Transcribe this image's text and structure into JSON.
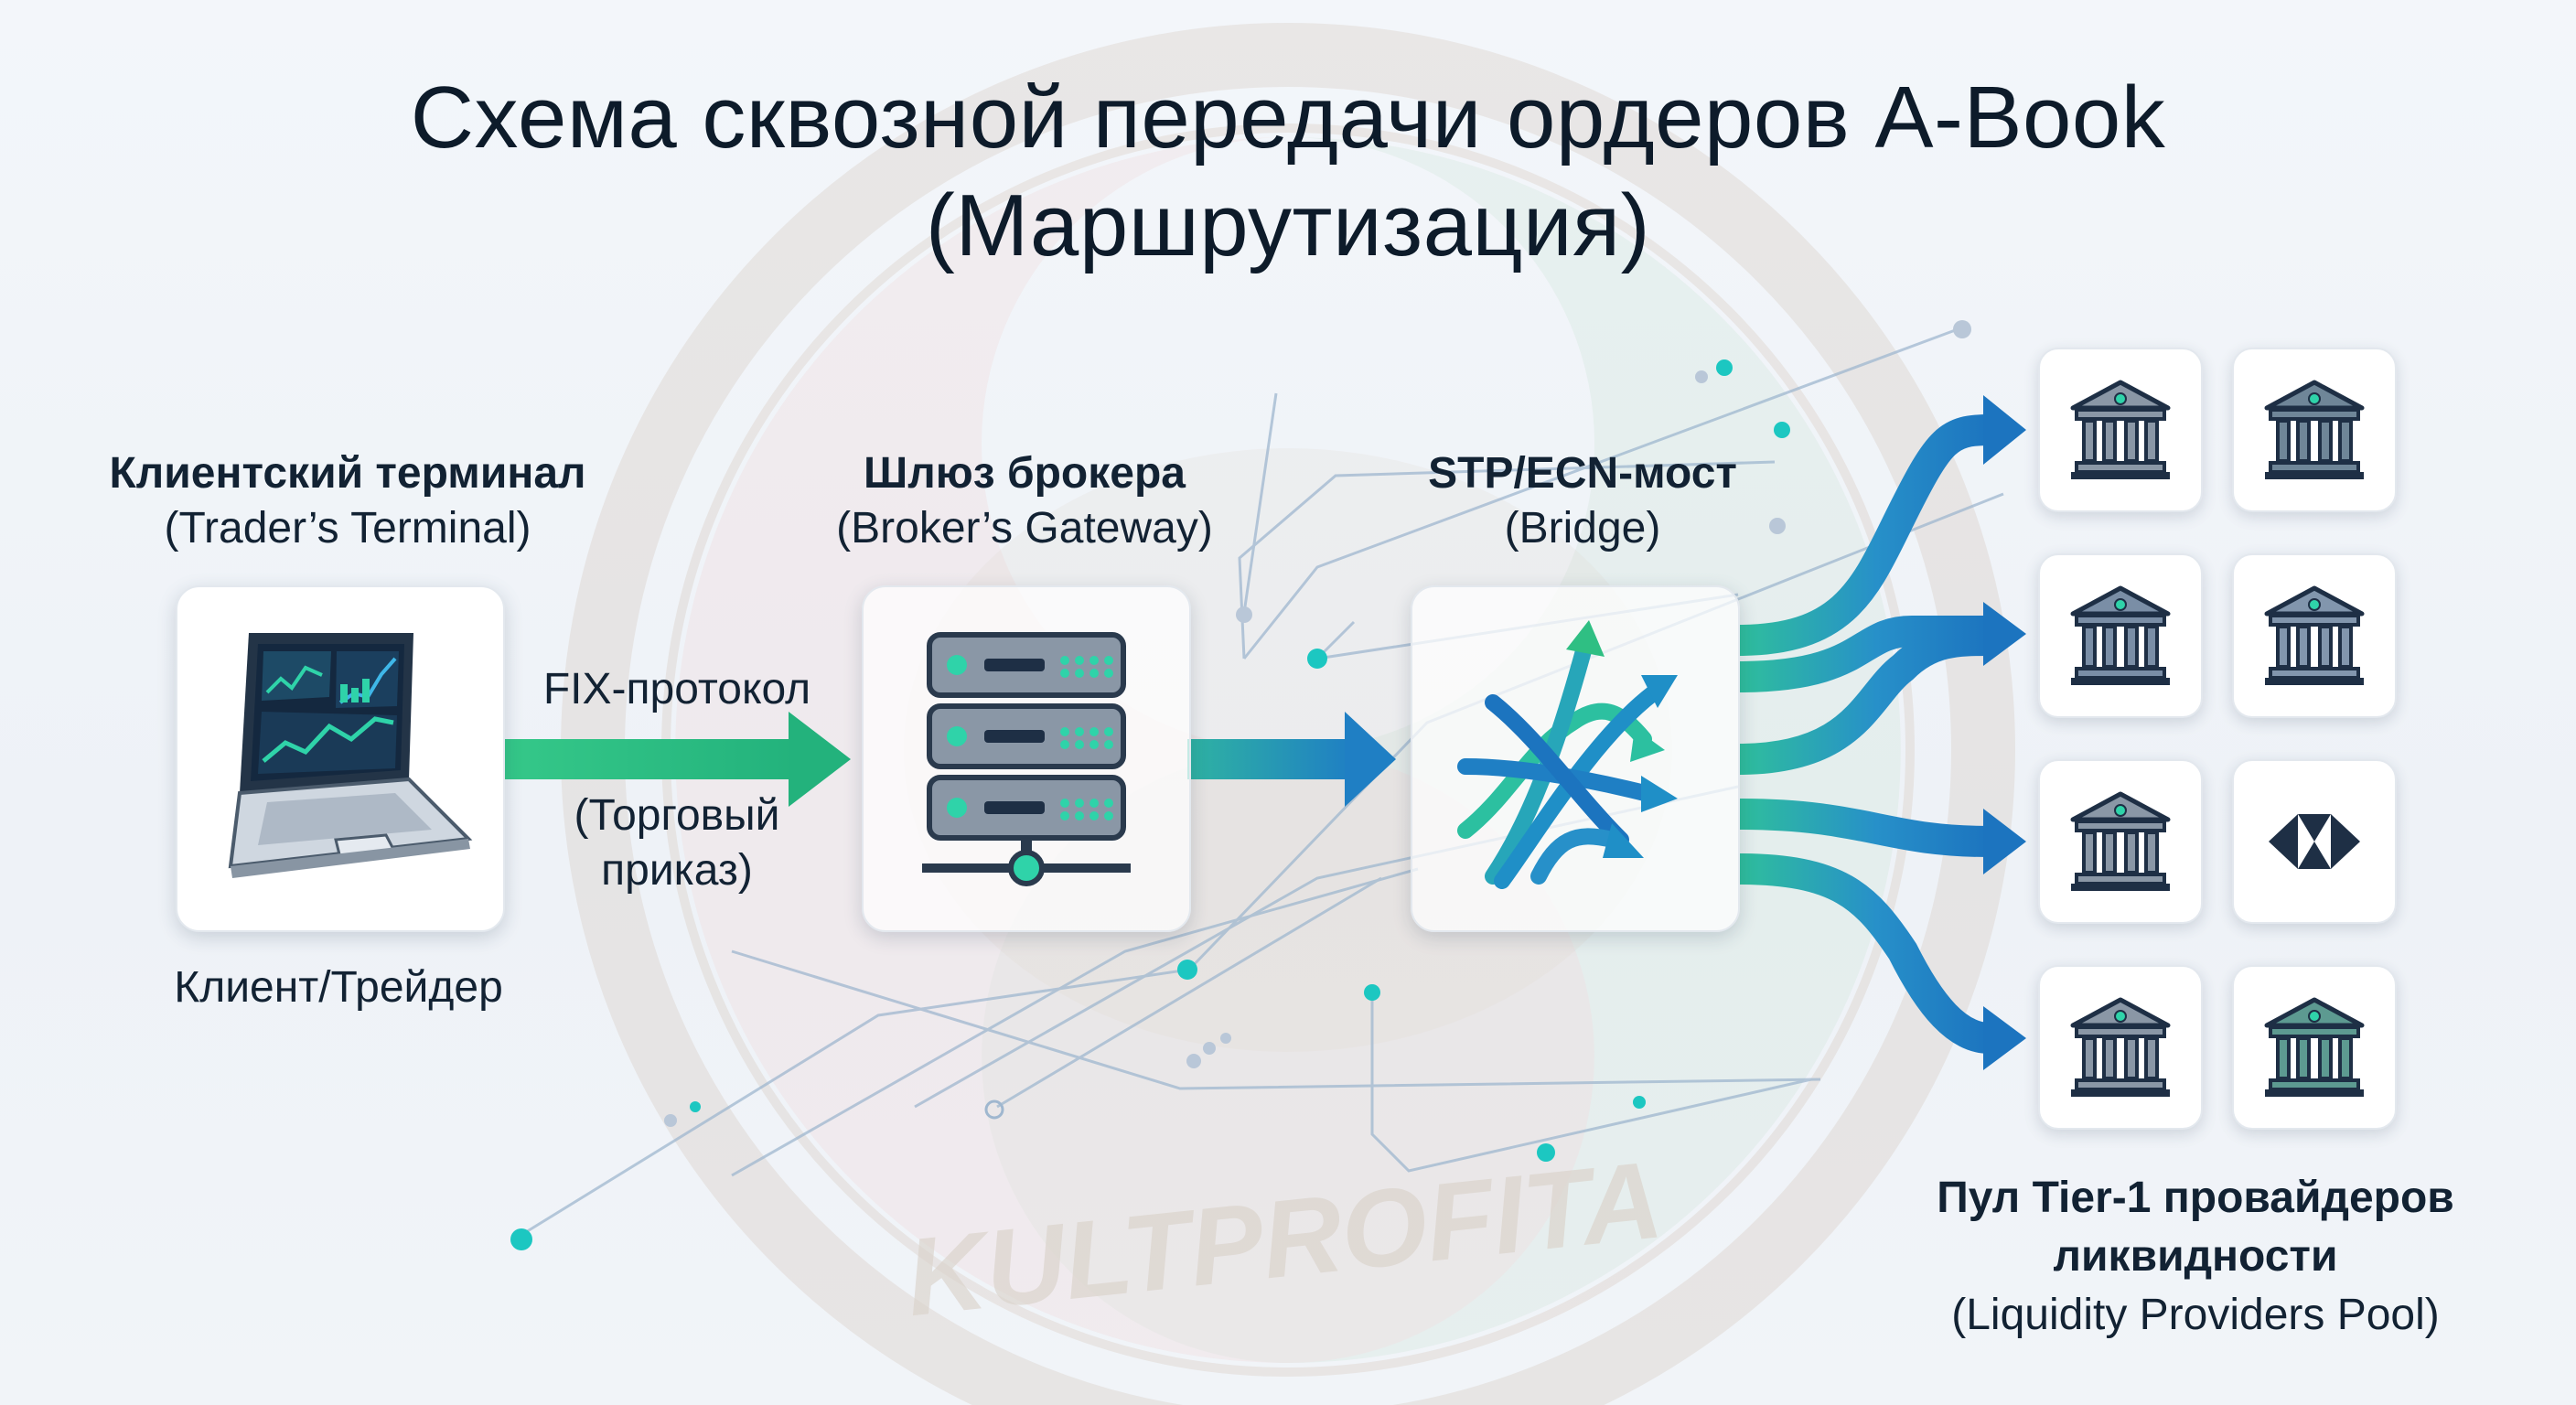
{
  "title": {
    "line1": "Схема сквозной передачи ордеров A-Book",
    "line2": "(Маршрутизация)"
  },
  "watermark": "KULTPROFITA",
  "nodes": {
    "client": {
      "title": "Клиентский терминал",
      "subtitle": "(Trader’s Terminal)",
      "caption": "Клиент/Трейдер",
      "icon": "laptop-chart-icon"
    },
    "gateway": {
      "title": "Шлюз брокера",
      "subtitle": "(Broker’s Gateway)",
      "icon": "server-icon"
    },
    "bridge": {
      "title": "STP/ECN-мост",
      "subtitle": "(Bridge)",
      "icon": "routing-arrows-icon"
    },
    "pool": {
      "line1": "Пул Tier-1 провайдеров",
      "line2": "ликвидности",
      "line3": "(Liquidity Providers Pool)"
    }
  },
  "connector": {
    "protocol": "FIX-протокол",
    "order_line1": "(Торговый",
    "order_line2": "приказ)"
  },
  "providers": [
    {
      "icon": "bank-icon"
    },
    {
      "icon": "bank-icon"
    },
    {
      "icon": "bank-icon"
    },
    {
      "icon": "bank-icon"
    },
    {
      "icon": "bank-icon"
    },
    {
      "icon": "hexagon-logo-icon"
    },
    {
      "icon": "bank-icon"
    },
    {
      "icon": "bank-icon"
    }
  ],
  "colors": {
    "green": "#2fbf83",
    "blue": "#1f7fc4",
    "dark_navy": "#1e2f45",
    "accent_cyan": "#1cc7c1"
  }
}
